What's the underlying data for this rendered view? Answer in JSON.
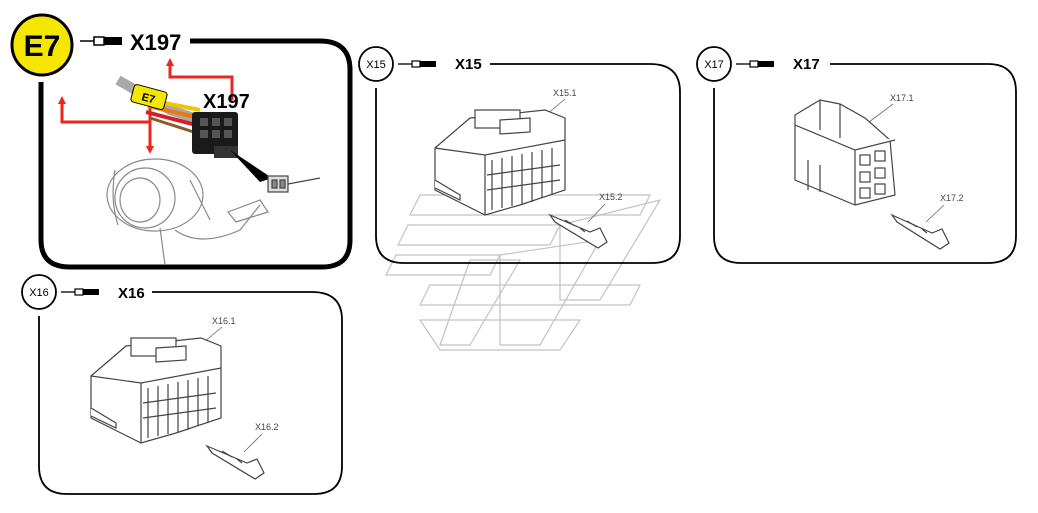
{
  "colors": {
    "accent_yellow": "#f5e600",
    "arrow_red": "#e8281e",
    "wire_yellow": "#f2c500",
    "wire_orange": "#e87a10",
    "wire_red": "#d81e1e",
    "line": "#000000",
    "watermark": "#888888"
  },
  "panels": {
    "e7": {
      "badge": "E7",
      "connector_title": "X197",
      "photo_label_tag": "E7",
      "photo_label_connector": "X197"
    },
    "x15": {
      "badge": "X15",
      "connector_title": "X15",
      "part_housing": "X15.1",
      "part_terminal": "X15.2"
    },
    "x17": {
      "badge": "X17",
      "connector_title": "X17",
      "part_housing": "X17.1",
      "part_terminal": "X17.2"
    },
    "x16": {
      "badge": "X16",
      "connector_title": "X16",
      "part_housing": "X16.1",
      "part_terminal": "X16.2"
    }
  }
}
